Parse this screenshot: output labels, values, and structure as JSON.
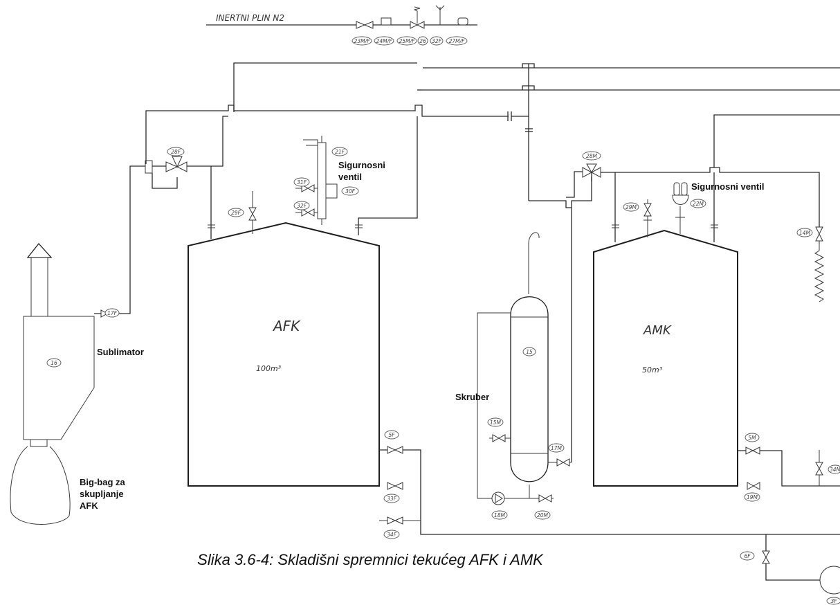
{
  "header": {
    "gas_line_label": "INERTNI  PLIN  N2"
  },
  "vessels": {
    "afk": {
      "name": "AFK",
      "volume": "100m³"
    },
    "amk": {
      "name": "AMK",
      "volume": "50m³"
    }
  },
  "labels": {
    "sigurnosni_ventil_left_1": "Sigurnosni",
    "sigurnosni_ventil_left_2": "ventil",
    "sigurnosni_ventil_right": "Sigurnosni ventil",
    "sublimator": "Sublimator",
    "skruber": "Skruber",
    "bigbag_1": "Big-bag za",
    "bigbag_2": "skupljanje",
    "bigbag_3": "AFK"
  },
  "tags": {
    "t23mf": "23M/F",
    "t24mf": "24M/F",
    "t25mf": "25M/F",
    "t26": "26",
    "t32f": "32F",
    "t27mf": "27M/F",
    "t28f": "28F",
    "t21f": "21F",
    "t31f": "31F",
    "t30f": "30F",
    "t32f_b": "32F",
    "t29f": "29F",
    "t17f": "17F",
    "t16": "16",
    "t28m": "28M",
    "t29m": "29M",
    "t22m": "22M",
    "t14m": "14M",
    "t15": "15",
    "t15m": "15M",
    "t17m": "17M",
    "t18m": "18M",
    "t20m": "20M",
    "t5f": "5F",
    "t33f": "33F",
    "t34f": "34F",
    "t5m": "5M",
    "t19m": "19M",
    "t34m": "34M",
    "t6f": "6F",
    "t3f": "3F"
  },
  "caption": "Slika 3.6-4: Skladišni spremnici tekućeg AFK i AMK"
}
